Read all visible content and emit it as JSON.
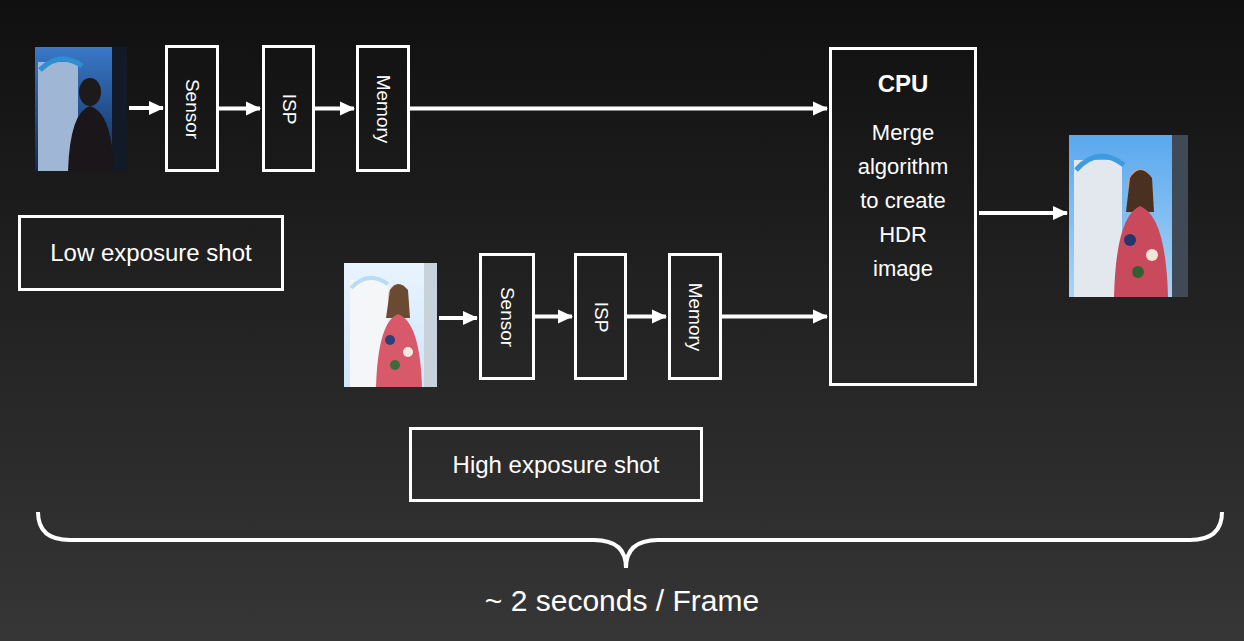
{
  "diagram": {
    "nodes": [
      {
        "text": [
          "Sensor"
        ]
      },
      {
        "text": [
          "ISP"
        ]
      },
      {
        "text": [
          "Memory"
        ]
      },
      {
        "text": [
          "CPU",
          "Merge algorithm to create HDR image"
        ]
      },
      {
        "text": [
          "Low exposure shot"
        ]
      },
      {
        "text": [
          "Sensor"
        ]
      },
      {
        "text": [
          "ISP"
        ]
      },
      {
        "text": [
          "Memory"
        ]
      },
      {
        "text": [
          "High exposure shot"
        ]
      }
    ],
    "edges": [
      {
        "from": 0,
        "to": 1,
        "arrow": "to"
      },
      {
        "from": 1,
        "to": 2,
        "arrow": "to"
      },
      {
        "from": 2,
        "to": 3,
        "arrow": "to"
      },
      {
        "from": 5,
        "to": 6,
        "arrow": "to"
      },
      {
        "from": 6,
        "to": 7,
        "arrow": "to"
      },
      {
        "from": 7,
        "to": 3,
        "arrow": "to"
      }
    ],
    "labels": [
      "~ 2 seconds / Frame"
    ]
  }
}
